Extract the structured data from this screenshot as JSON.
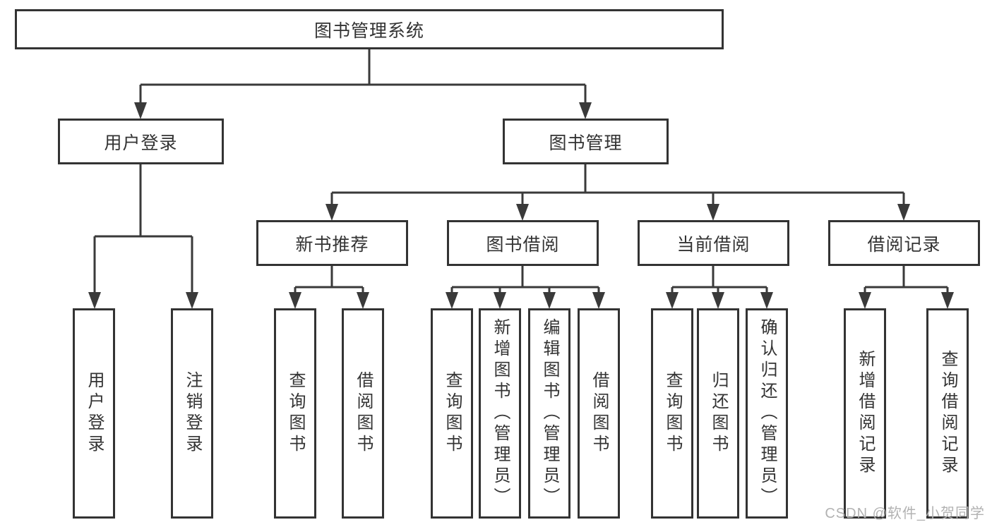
{
  "tree": {
    "label": "图书管理系统",
    "children": [
      {
        "label": "用户登录",
        "children": [
          {
            "label": "用户登录"
          },
          {
            "label": "注销登录"
          }
        ]
      },
      {
        "label": "图书管理",
        "children": [
          {
            "label": "新书推荐",
            "children": [
              {
                "label": "查询图书"
              },
              {
                "label": "借阅图书"
              }
            ]
          },
          {
            "label": "图书借阅",
            "children": [
              {
                "label": "查询图书"
              },
              {
                "label": "新增图书（管理员）"
              },
              {
                "label": "编辑图书（管理员）"
              },
              {
                "label": "借阅图书"
              }
            ]
          },
          {
            "label": "当前借阅",
            "children": [
              {
                "label": "查询图书"
              },
              {
                "label": "归还图书"
              },
              {
                "label": "确认归还（管理员）"
              }
            ]
          },
          {
            "label": "借阅记录",
            "children": [
              {
                "label": "新增借阅记录"
              },
              {
                "label": "查询借阅记录"
              }
            ]
          }
        ]
      }
    ]
  },
  "watermark": "CSDN @软件_小贺同学",
  "colors": {
    "line": "#3a3a3a",
    "box_border": "#333333",
    "box_fill": "#ffffff",
    "text": "#333333",
    "watermark": "#b2b2b2"
  }
}
